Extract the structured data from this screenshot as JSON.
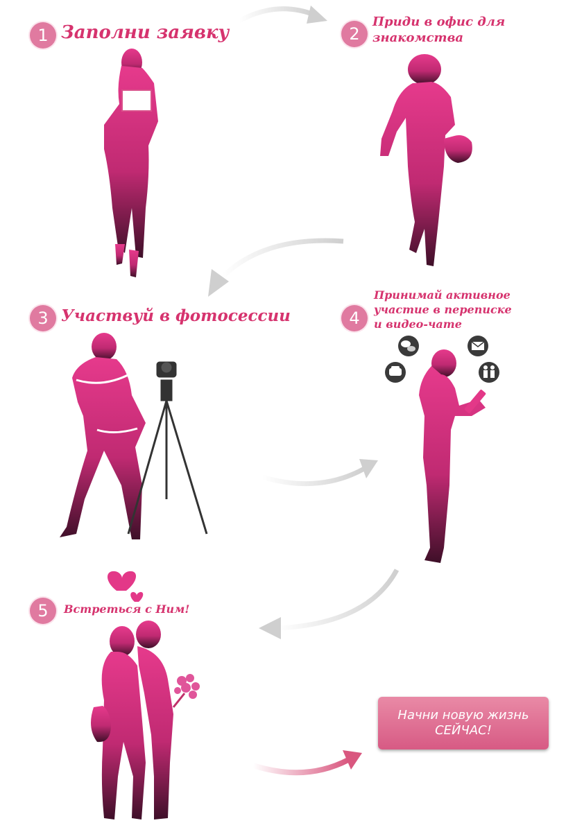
{
  "steps": [
    {
      "number": "1",
      "title": "Заполни заявку"
    },
    {
      "number": "2",
      "title_line1": "Приди в офис для",
      "title_line2": "знакомства"
    },
    {
      "number": "3",
      "title": "Участвуй в фотосессии"
    },
    {
      "number": "4",
      "title_line1": "Принимай активное",
      "title_line2": "участие в переписке",
      "title_line3": "и видео-чате"
    },
    {
      "number": "5",
      "title": "Встреться с Ним!"
    }
  ],
  "cta": {
    "line1": "Начни новую жизнь",
    "line2": "СЕЙЧАС!"
  },
  "colors": {
    "accent": "#d6336e",
    "badge": "#e07aa0",
    "silhouette_top": "#e33888",
    "silhouette_bottom": "#4a1330",
    "arrow": "#d9d9d9",
    "cta": "#de6e91"
  },
  "icons": [
    "chat-icon",
    "envelope-icon",
    "phone-icon",
    "people-icon",
    "heart-icon",
    "camera-tripod-icon"
  ]
}
